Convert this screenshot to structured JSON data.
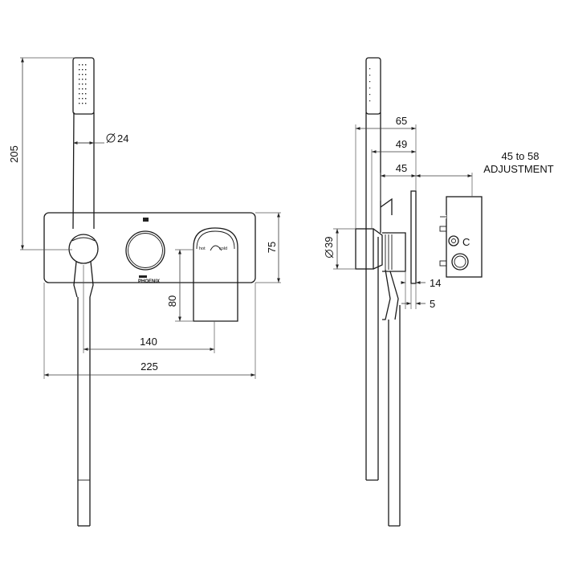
{
  "front_view": {
    "dim_height": "205",
    "dim_diameter_handpiece": "24",
    "dim_plate_height": "75",
    "dim_spout_drop": "80",
    "dim_centres": "140",
    "dim_plate_width": "225",
    "label_hot": "hot",
    "label_cold": "cold",
    "brand": "PHOENIX"
  },
  "side_view": {
    "dim_65": "65",
    "dim_49": "49",
    "dim_45": "45",
    "adjustment_range": "45 to 58",
    "adjustment_label": "ADJUSTMENT",
    "dim_diameter_outlet": "39",
    "dim_14": "14",
    "dim_5": "5",
    "symbol_c": "C"
  },
  "icons": {
    "diameter": "diameter-symbol-icon",
    "arrow": "dimension-arrow-icon"
  }
}
